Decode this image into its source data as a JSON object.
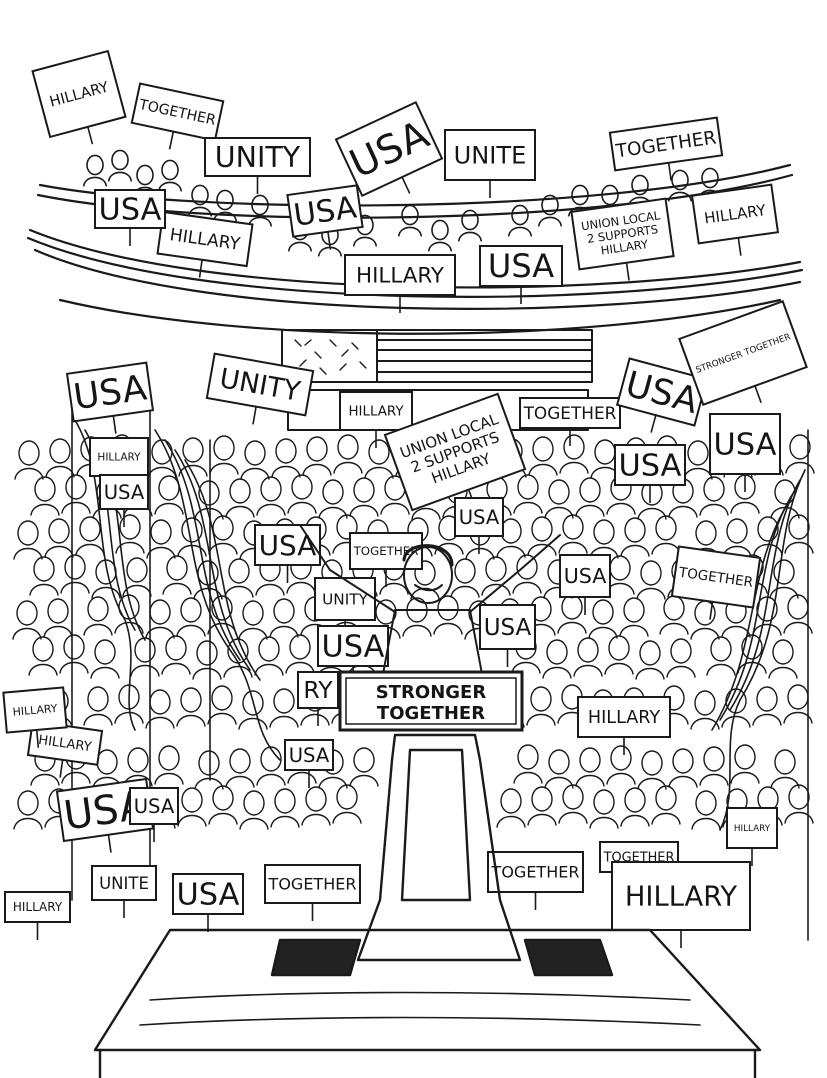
{
  "colors": {
    "ink": "#1a1a1a",
    "paper": "#ffffff"
  },
  "podium": {
    "line1": "STRONGER",
    "line2": "TOGETHER"
  },
  "signs": {
    "balcony": [
      "HILLARY",
      "TOGETHER",
      "UNITY",
      "USA",
      "UNITE",
      "TOGETHER",
      "USA",
      "HILLARY",
      "USA",
      "HILLARY",
      "USA",
      "UNION LOCAL 2 SUPPORTS HILLARY",
      "HILLARY"
    ],
    "floor": [
      "USA",
      "UNITY",
      "HILLARY",
      "TOGETHER",
      "USA",
      "STRONGER TOGETHER",
      "HILLARY",
      "USA",
      "UNION LOCAL 2 SUPPORTS HILLARY",
      "USA",
      "USA",
      "TOGETHER",
      "USA",
      "TOGETHER",
      "USA",
      "UNITY",
      "USA",
      "USA",
      "USA",
      "HILLARY",
      "RY",
      "HILLARY",
      "USA",
      "USA",
      "USA",
      "HILLARY",
      "TOGETHER",
      "HILLARY",
      "HILLARY",
      "UNITE",
      "USA",
      "TOGETHER",
      "TOGETHER",
      "HILLARY"
    ]
  }
}
